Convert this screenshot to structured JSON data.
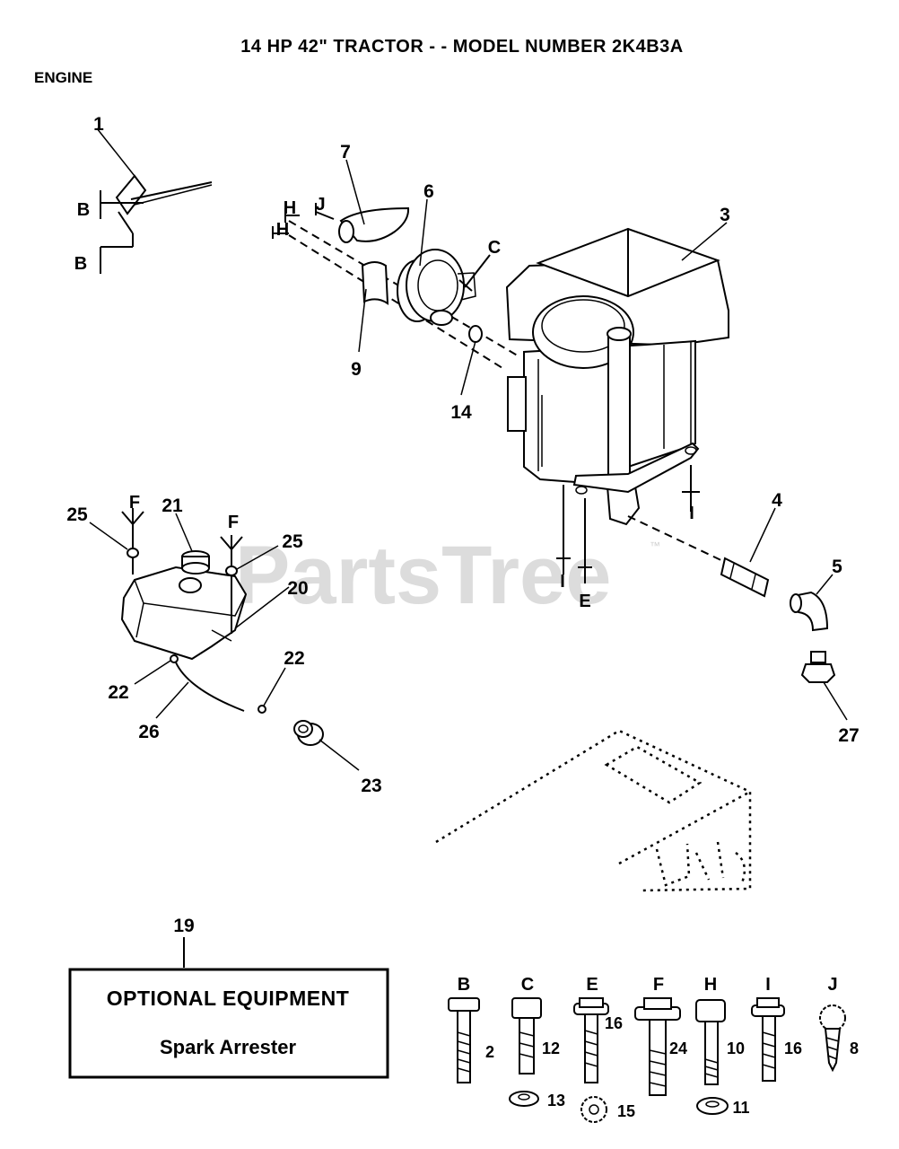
{
  "title": "14 HP 42\" TRACTOR - - MODEL NUMBER 2K4B3A",
  "section": "ENGINE",
  "watermark": "PartsTree",
  "trademark": "™",
  "callouts": {
    "c1": "1",
    "c3": "3",
    "c4": "4",
    "c5": "5",
    "c6": "6",
    "c7": "7",
    "c9": "9",
    "c14": "14",
    "c19": "19",
    "c20": "20",
    "c21": "21",
    "c22a": "22",
    "c22b": "22",
    "c23": "23",
    "c25a": "25",
    "c25b": "25",
    "c26": "26",
    "c27": "27"
  },
  "letters": {
    "b1": "B",
    "b2": "B",
    "h1": "H",
    "h2": "H",
    "j": "J",
    "c": "C",
    "i1": "I",
    "i2": "I",
    "e": "E",
    "f1": "F",
    "f2": "F"
  },
  "optional_equipment": {
    "heading": "OPTIONAL EQUIPMENT",
    "item": "Spark Arrester"
  },
  "hardware": [
    {
      "letter": "B",
      "qty": "2"
    },
    {
      "letter": "C",
      "qty": "12",
      "washer": "13"
    },
    {
      "letter": "E",
      "qty": "16",
      "washer": "15"
    },
    {
      "letter": "F",
      "qty": "24"
    },
    {
      "letter": "H",
      "qty": "10",
      "washer": "11"
    },
    {
      "letter": "I",
      "qty": "16"
    },
    {
      "letter": "J",
      "qty": "8"
    }
  ],
  "colors": {
    "ink": "#000000",
    "background": "#ffffff",
    "watermark": "#dcdcdc"
  }
}
